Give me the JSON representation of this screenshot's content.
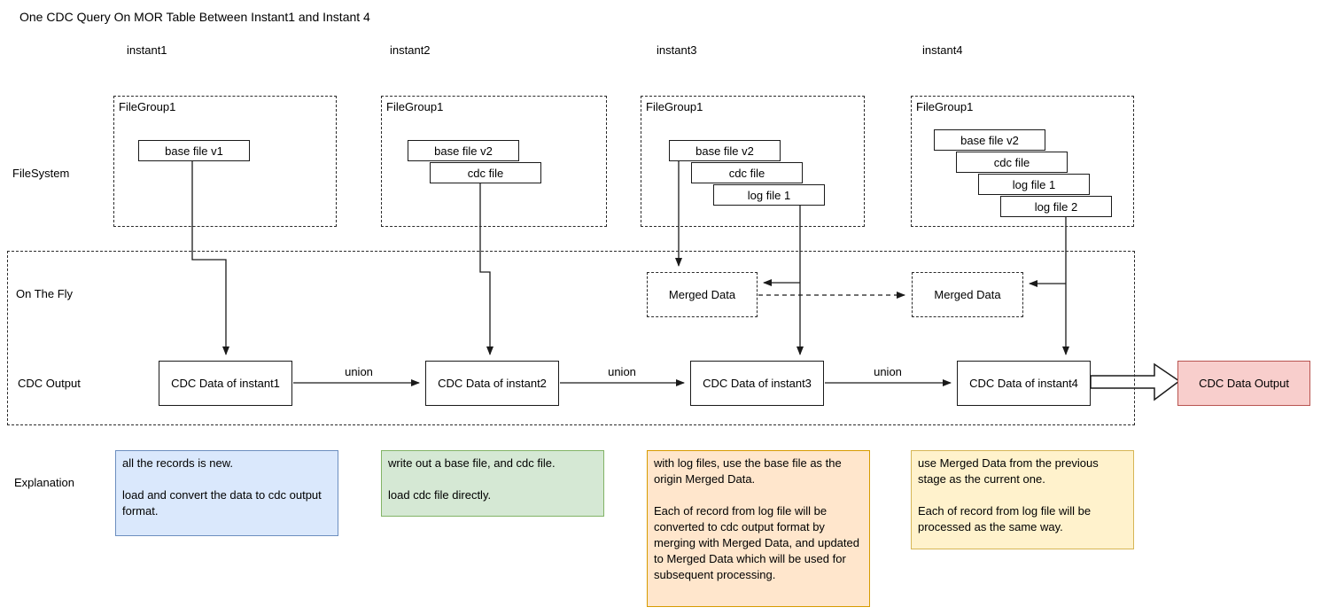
{
  "title": "One CDC Query On MOR Table Between Instant1 and Instant 4",
  "columns": [
    {
      "label": "instant1"
    },
    {
      "label": "instant2"
    },
    {
      "label": "instant3"
    },
    {
      "label": "instant4"
    }
  ],
  "row_labels": {
    "filesystem": "FileSystem",
    "on_the_fly": "On The Fly",
    "cdc_output": "CDC Output",
    "explanation": "Explanation"
  },
  "filegroups": [
    {
      "label": "FileGroup1",
      "files": [
        "base file v1"
      ]
    },
    {
      "label": "FileGroup1",
      "files": [
        "base file v2",
        "cdc file"
      ]
    },
    {
      "label": "FileGroup1",
      "files": [
        "base file v2",
        "cdc file",
        "log file 1"
      ]
    },
    {
      "label": "FileGroup1",
      "files": [
        "base file v2",
        "cdc file",
        "log file 1",
        "log file 2"
      ]
    }
  ],
  "merged_data": [
    {
      "label": "Merged Data"
    },
    {
      "label": "Merged Data"
    }
  ],
  "cdc_boxes": [
    {
      "label": "CDC Data of instant1"
    },
    {
      "label": "CDC Data of instant2"
    },
    {
      "label": "CDC Data of instant3"
    },
    {
      "label": "CDC Data of instant4"
    }
  ],
  "union_labels": [
    "union",
    "union",
    "union"
  ],
  "output_box": {
    "label": "CDC Data Output",
    "fill": "#f8cecc",
    "stroke": "#b85450"
  },
  "explanations": [
    {
      "text": "all the records is new.\n\nload and convert the data to cdc output format.",
      "fill": "#dae8fc",
      "stroke": "#6c8ebf"
    },
    {
      "text": "write out a base file, and cdc file.\n\nload cdc file directly.",
      "fill": "#d5e8d4",
      "stroke": "#82b366"
    },
    {
      "text": "with log files, use the base file as the origin Merged Data.\n\nEach of record from log file will be converted to cdc output format by merging with Merged Data, and updated to Merged Data which will be used for subsequent processing.",
      "fill": "#ffe6cc",
      "stroke": "#d79b00"
    },
    {
      "text": "use Merged Data from the previous stage as the current one.\n\nEach of record from log file will be processed as the same way.",
      "fill": "#fff2cc",
      "stroke": "#d6b656"
    }
  ],
  "line_color": "#1a1a1a"
}
